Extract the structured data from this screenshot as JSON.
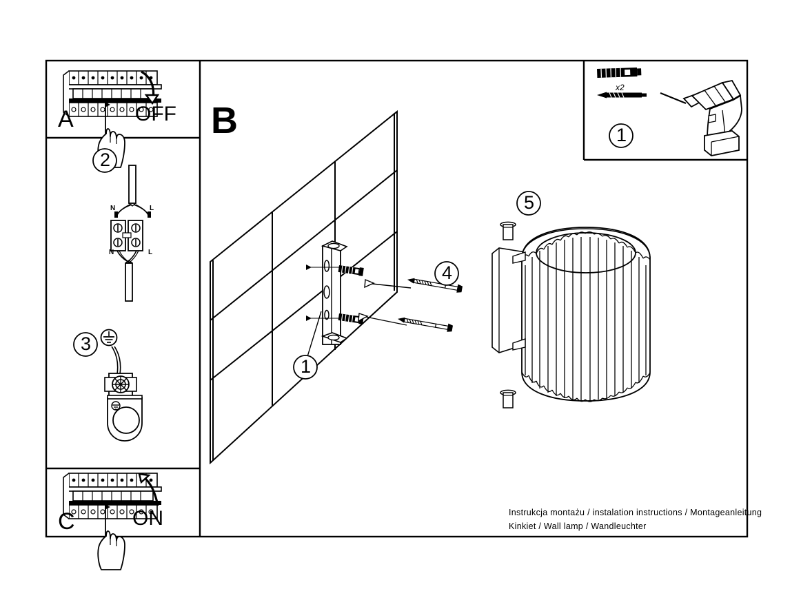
{
  "document": {
    "type": "assembly-instruction-sheet",
    "caption_line1": "Instrukcja montażu / instalation instructions / Montageanleitung",
    "caption_line2": "Kinkiet / Wall lamp / Wandleuchter"
  },
  "panels": {
    "a": {
      "letter": "A",
      "action_label": "OFF",
      "icon_main": "fuse-box-breaker-panel-icon",
      "icon_hand": "hand-pointing-finger-icon",
      "icon_arrow": "curved-arrow-down-icon"
    },
    "b": {
      "letter": "B",
      "icon_wall": "tiled-wall-perspective-icon",
      "icon_bracket": "mounting-bracket-icon"
    },
    "c": {
      "letter": "C",
      "action_label": "ON",
      "icon_main": "fuse-box-breaker-panel-icon",
      "icon_hand": "hand-pointing-finger-icon",
      "icon_arrow": "curved-arrow-up-icon"
    }
  },
  "steps": [
    {
      "number": "1",
      "location": "top-right-panel",
      "quantity_label": "x2",
      "icons": [
        "wall-anchor-plug-icon",
        "wood-screw-icon",
        "power-drill-icon"
      ]
    },
    {
      "number": "2",
      "location": "left-column",
      "terminal_labels_top": {
        "neutral": "N",
        "live": "L"
      },
      "terminal_labels_bottom": {
        "neutral": "N",
        "live": "L"
      },
      "icons": [
        "cable-icon",
        "terminal-block-connector-icon"
      ]
    },
    {
      "number": "3",
      "location": "left-column",
      "icons": [
        "earth-ground-symbol-icon",
        "grounding-terminal-icon",
        "lamp-base-icon"
      ]
    },
    {
      "number": "1",
      "location": "wall-callout",
      "icons": [
        "wall-anchor-inserted-icon"
      ]
    },
    {
      "number": "4",
      "location": "wall-right",
      "icons": [
        "wood-screw-icon",
        "insertion-arrow-icon"
      ]
    },
    {
      "number": "5",
      "location": "right-column",
      "icons": [
        "fluted-cylinder-lampshade-icon",
        "set-screw-icon"
      ]
    }
  ],
  "style": {
    "line_color": "#000000",
    "fill_color": "#ffffff",
    "background": "#ffffff"
  }
}
